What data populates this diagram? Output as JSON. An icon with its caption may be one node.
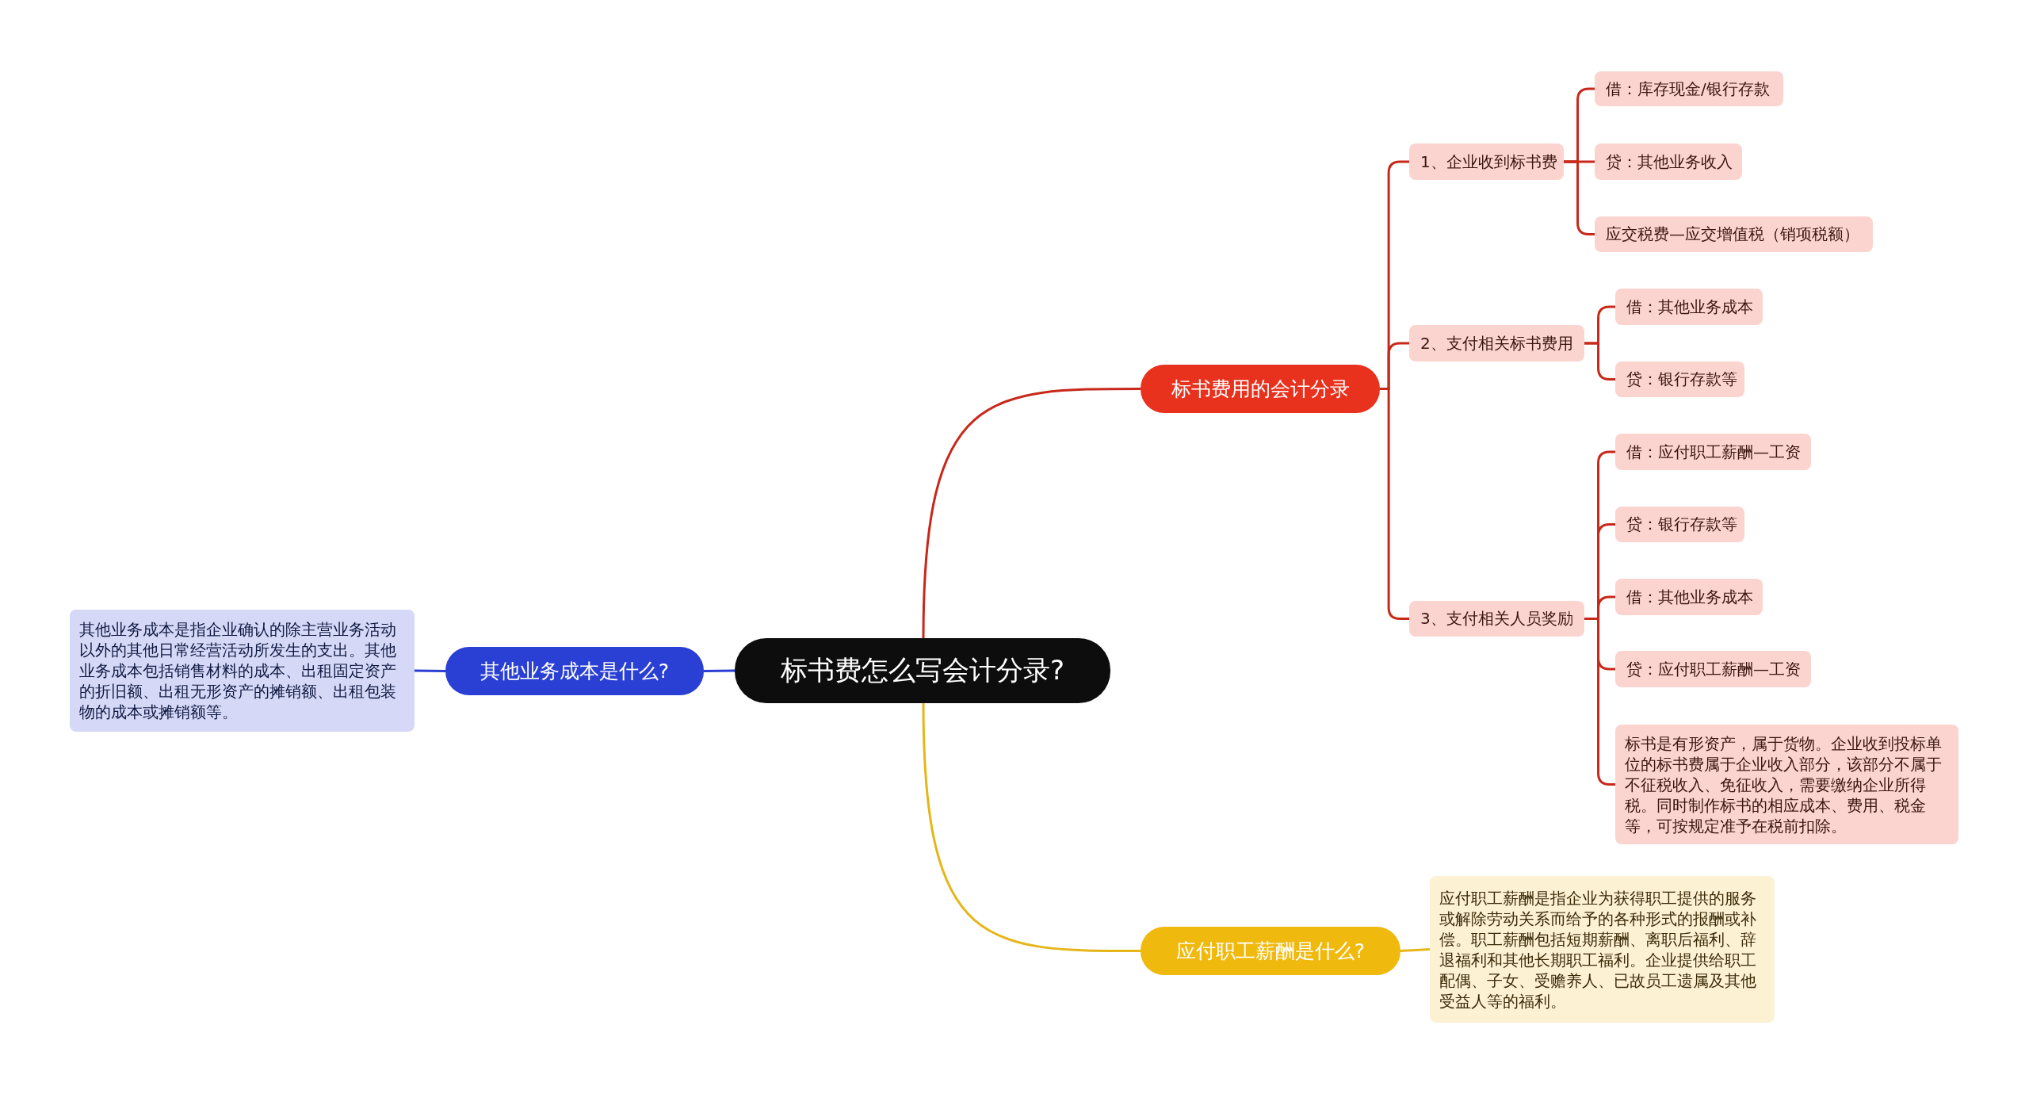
{
  "diagram": {
    "nodes": [
      {
        "text": [
          "标书费怎么写会计分录?"
        ]
      },
      {
        "text": [
          "标书费用的会计分录"
        ]
      },
      {
        "text": [
          "1、企业收到标书费"
        ]
      },
      {
        "text": [
          "借：库存现金/银行存款"
        ]
      },
      {
        "text": [
          "贷：其他业务收入"
        ]
      },
      {
        "text": [
          "应交税费—应交增值税（销项税额）"
        ]
      },
      {
        "text": [
          "2、支付相关标书费用"
        ]
      },
      {
        "text": [
          "借：其他业务成本"
        ]
      },
      {
        "text": [
          "贷：银行存款等"
        ]
      },
      {
        "text": [
          "3、支付相关人员奖励"
        ]
      },
      {
        "text": [
          "借：应付职工薪酬—工资"
        ]
      },
      {
        "text": [
          "贷：银行存款等"
        ]
      },
      {
        "text": [
          "借：其他业务成本"
        ]
      },
      {
        "text": [
          "贷：应付职工薪酬—工资"
        ]
      },
      {
        "text": [
          "标书是有形资产，属于货物。企业收到投标单位的标书费属于企业收入部分，该部分不属于不征税收入、免征收入，需要缴纳企业所得税。同时制作标书的相应成本、费用、税金等，可按规定准予在税前扣除。"
        ]
      },
      {
        "text": [
          "应付职工薪酬是什么?"
        ]
      },
      {
        "text": [
          "应付职工薪酬是指企业为获得职工提供的服务或解除劳动关系而给予的各种形式的报酬或补偿。职工薪酬包括短期薪酬、离职后福利、辞退福利和其他长期职工福利。企业提供给职工配偶、子女、受赡养人、已故员工遗属及其他受益人等的福利。"
        ]
      },
      {
        "text": [
          "其他业务成本是什么?"
        ]
      },
      {
        "text": [
          "其他业务成本是指企业确认的除主营业务活动以外的其他日常经营活动所发生的支出。其他业务成本包括销售材料的成本、出租固定资产的折旧额、出租无形资产的摊销额、出租包装物的成本或摊销额等。"
        ]
      }
    ],
    "edges": [
      {
        "from": 0,
        "to": 1,
        "arrow": "none"
      },
      {
        "from": 1,
        "to": 2,
        "arrow": "none"
      },
      {
        "from": 1,
        "to": 6,
        "arrow": "none"
      },
      {
        "from": 1,
        "to": 9,
        "arrow": "none"
      },
      {
        "from": 2,
        "to": 3,
        "arrow": "none"
      },
      {
        "from": 2,
        "to": 4,
        "arrow": "none"
      },
      {
        "from": 2,
        "to": 5,
        "arrow": "none"
      },
      {
        "from": 6,
        "to": 7,
        "arrow": "none"
      },
      {
        "from": 6,
        "to": 8,
        "arrow": "none"
      },
      {
        "from": 9,
        "to": 10,
        "arrow": "none"
      },
      {
        "from": 9,
        "to": 11,
        "arrow": "none"
      },
      {
        "from": 9,
        "to": 12,
        "arrow": "none"
      },
      {
        "from": 9,
        "to": 13,
        "arrow": "none"
      },
      {
        "from": 9,
        "to": 14,
        "arrow": "none"
      },
      {
        "from": 0,
        "to": 15,
        "arrow": "none",
        "color": "#e6b619"
      },
      {
        "from": 15,
        "to": 16,
        "arrow": "none",
        "color": "#e6b619"
      },
      {
        "from": 0,
        "to": 17,
        "arrow": "none",
        "color": "#2a3fd4"
      },
      {
        "from": 17,
        "to": 18,
        "arrow": "none",
        "color": "#2a3fd4"
      }
    ]
  }
}
